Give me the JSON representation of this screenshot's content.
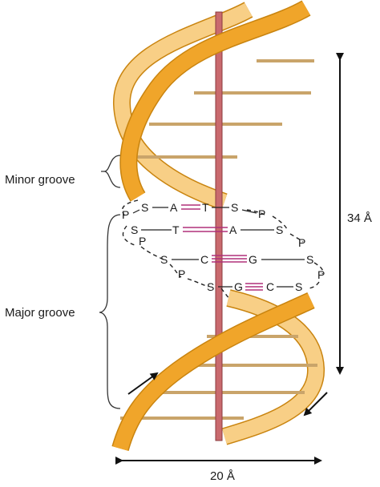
{
  "labels": {
    "minor_groove": "Minor groove",
    "major_groove": "Major groove",
    "height": "34 Å",
    "width": "20 Å"
  },
  "pairs": {
    "p1": {
      "left_bases": [
        "P",
        "S",
        "A"
      ],
      "right_bases": [
        "T",
        "S",
        "P"
      ]
    },
    "p2": {
      "left_bases": [
        "S",
        "P",
        "T"
      ],
      "right_bases": [
        "A",
        "S",
        "P"
      ]
    },
    "p3": {
      "left_bases": [
        "S",
        "C"
      ],
      "right_bases": [
        "G",
        "S",
        "P"
      ]
    },
    "p4": {
      "left_bases": [
        "P",
        "S",
        "G"
      ],
      "right_bases": [
        "C",
        "S"
      ]
    }
  },
  "colors": {
    "strand": "#f0a52a",
    "strand_back": "#f8cf86",
    "strand_edge": "#c9840f",
    "axis": "#c96a6e",
    "hbond": "#b0307a",
    "rung": "#c9a46a"
  }
}
